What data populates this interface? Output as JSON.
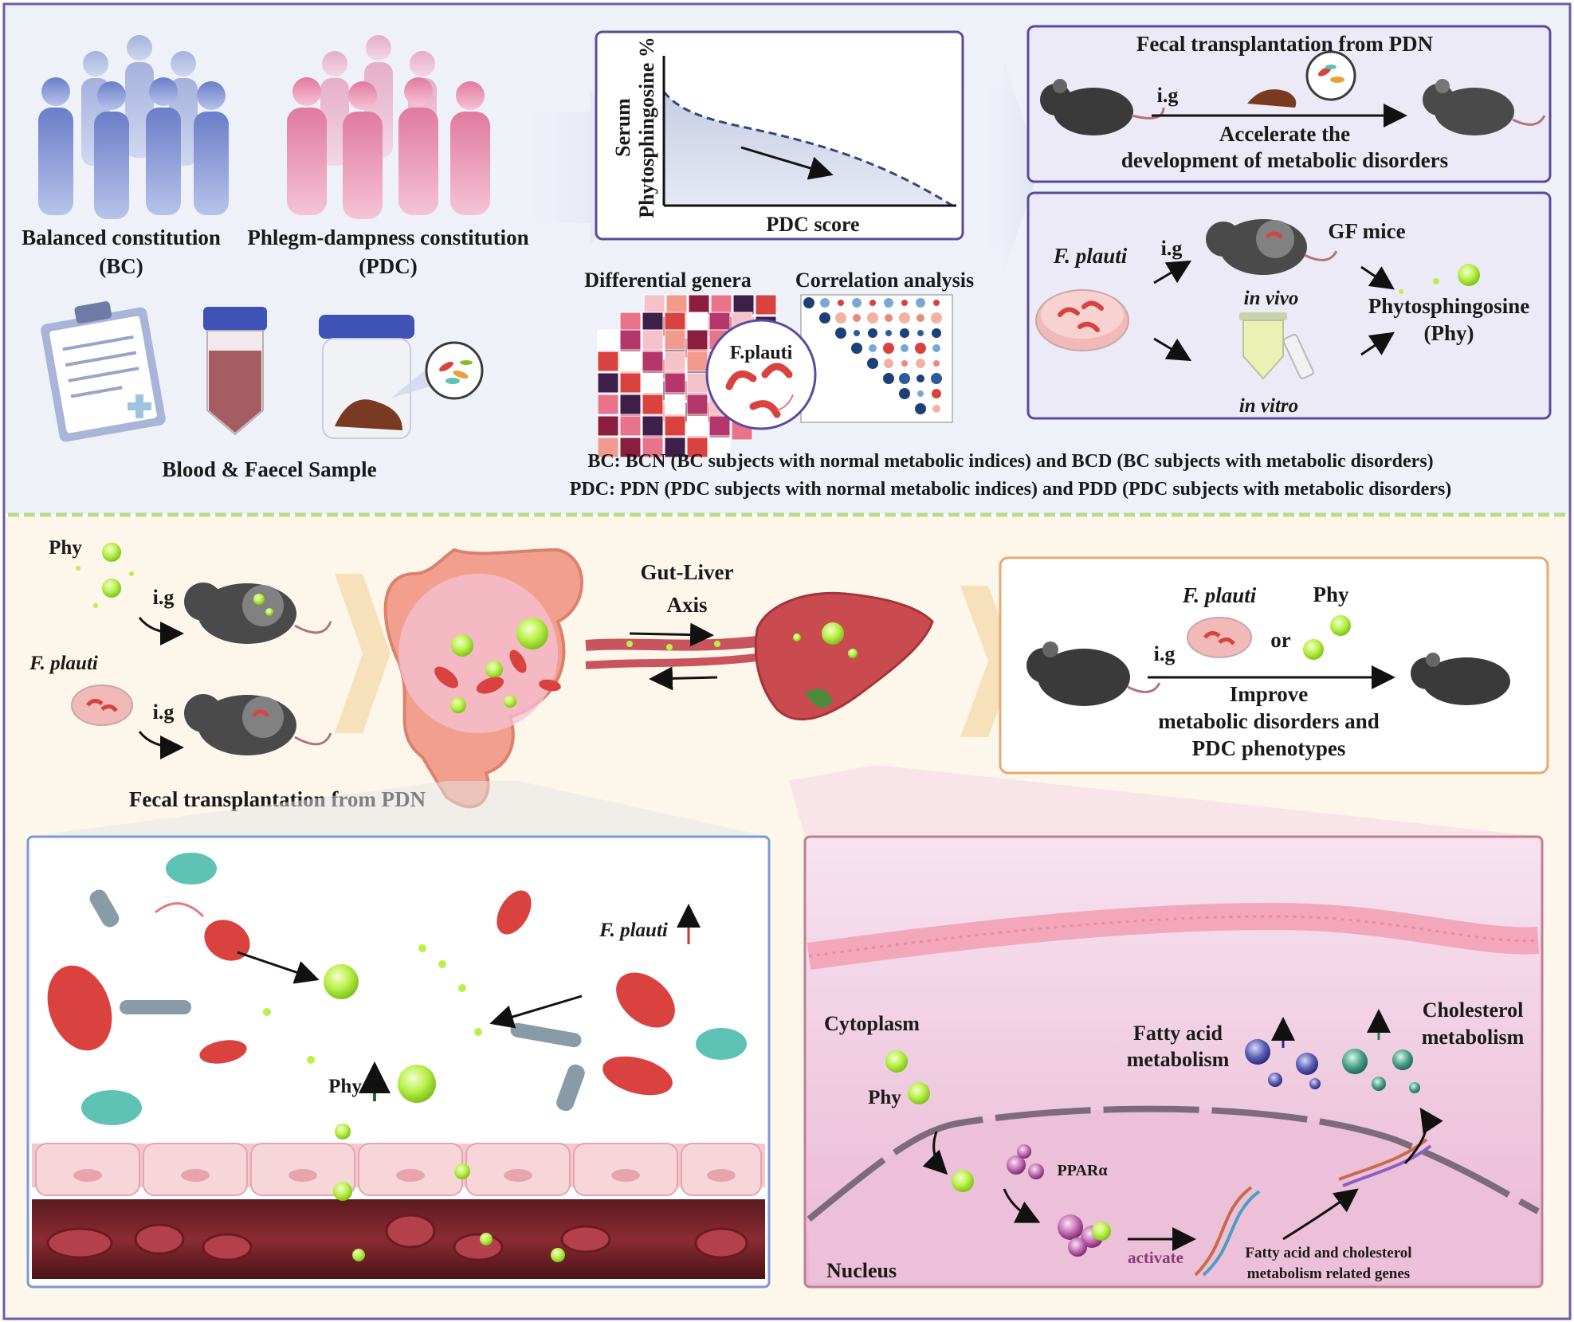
{
  "top": {
    "constitutions": {
      "bc_label": "Balanced constitution",
      "bc_abbr": "(BC)",
      "pdc_label": "Phlegm-dampness constitution",
      "pdc_abbr": "(PDC)"
    },
    "sample_label": "Blood & Faecel Sample",
    "plot": {
      "ylabel_line1": "Serum",
      "ylabel_line2": "Phytosphingosine %",
      "xlabel": "PDC score"
    },
    "differential_genera": "Differential genera",
    "correlation_analysis": "Correlation analysis",
    "fplauti_circle": "F.plauti",
    "fecal_box": {
      "title": "Fecal transplantation from PDN",
      "ig": "i.g",
      "text_line1": "Accelerate the",
      "text_line2": "development of metabolic disorders"
    },
    "gf_box": {
      "fplauti": "F. plauti",
      "ig": "i.g",
      "gf_mice": "GF mice",
      "in_vivo": "in vivo",
      "in_vitro": "in vitro",
      "phy_line1": "Phytosphingosine",
      "phy_line2": "(Phy)"
    },
    "definitions": {
      "bc": "BC: BCN (BC subjects with normal metabolic indices) and BCD (BC subjects with metabolic disorders)",
      "pdc": "PDC: PDN (PDC subjects with normal metabolic indices) and PDD (PDC subjects with metabolic disorders)"
    }
  },
  "bottom": {
    "phy": "Phy",
    "ig1": "i.g",
    "fplauti": "F. plauti",
    "ig2": "i.g",
    "fecal_transplant": "Fecal transplantation from PDN",
    "gut_liver_line1": "Gut-Liver",
    "gut_liver_line2": "Axis",
    "improve_box": {
      "fplauti": "F. plauti",
      "phy": "Phy",
      "ig": "i.g",
      "or": "or",
      "line1": "Improve",
      "line2": "metabolic disorders and",
      "line3": "PDC phenotypes"
    },
    "gut_panel": {
      "fplauti": "F. plauti",
      "phy": "Phy"
    },
    "cell_panel": {
      "cytoplasm": "Cytoplasm",
      "phy": "Phy",
      "ppar": "PPARα",
      "activate": "activate",
      "nucleus": "Nucleus",
      "fatty_line1": "Fatty acid",
      "fatty_line2": "metabolism",
      "chol_line1": "Cholesterol",
      "chol_line2": "metabolism",
      "genes_line1": "Fatty acid and cholesterol",
      "genes_line2": "metabolism related genes"
    }
  },
  "colors": {
    "top_bg": "#eef1f8",
    "bottom_bg": "#fdf6ea",
    "box_border": "#5b4a9e",
    "orange_border": "#e8a86e",
    "blue_border": "#7a9bd1",
    "pink_border": "#c08090",
    "green_bead": "#b9f04a",
    "bacteria_red": "#d9423f",
    "bacteria_teal": "#5ec2b5",
    "divider": "#b7dd8c"
  }
}
